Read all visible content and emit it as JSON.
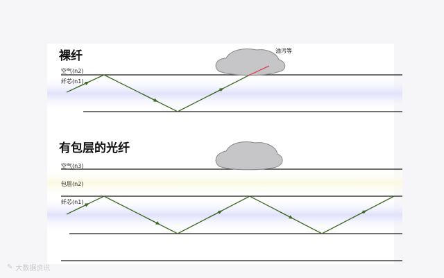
{
  "panel_top": {
    "title": "裸纤",
    "label_air": "空气(n2)",
    "label_core": "纤芯(n1)",
    "label_contaminant": "油污等"
  },
  "panel_bottom": {
    "title": "有包层的光纤",
    "label_air": "空气(n3)",
    "label_cladding": "包层(n2)",
    "label_core": "纤芯(n1)"
  },
  "watermark": {
    "text": "大数据资讯"
  },
  "colors": {
    "core_fill": "#e0e2fb",
    "cladding_fill": "#fbf8e1",
    "ray": "#3f6a24",
    "leak_ray": "#d8404f",
    "blob": "#c6c6c8",
    "boundary": "#1a1a1a"
  }
}
